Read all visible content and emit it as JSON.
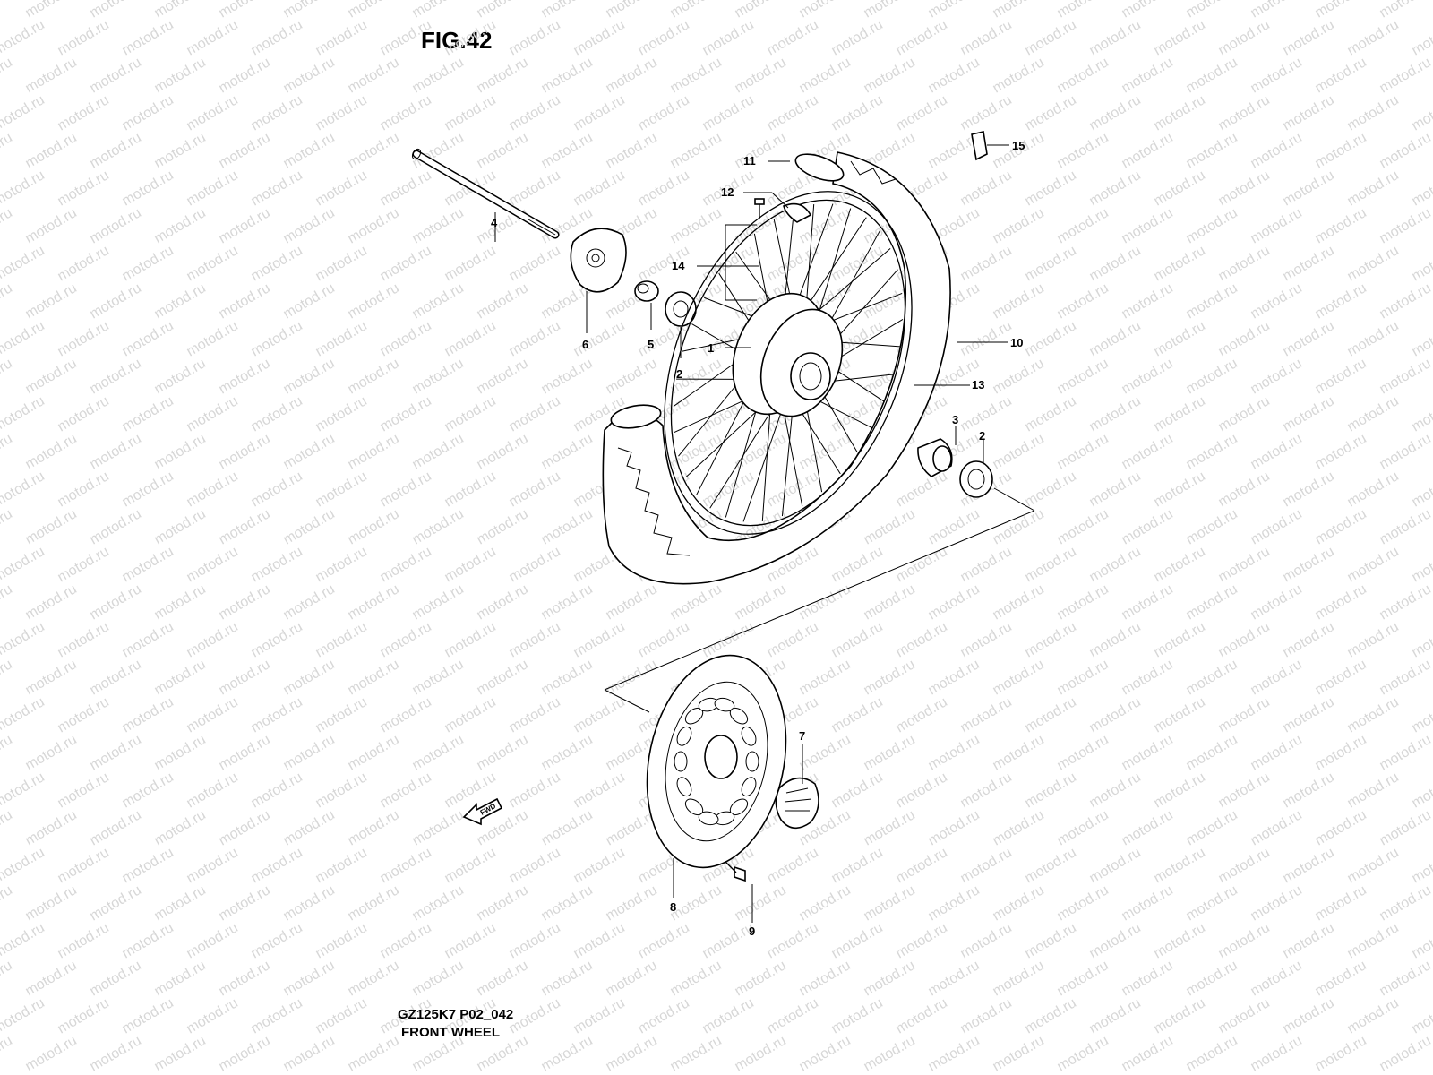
{
  "figure": {
    "title": "FIG.42",
    "code": "GZ125K7 P02_042",
    "name": "FRONT WHEEL"
  },
  "watermark": {
    "text": "motod.ru",
    "color": "#d7d7d7"
  },
  "direction_tag": {
    "text": "FWD",
    "icon": "arrow-left-icon"
  },
  "callouts": [
    "1",
    "2",
    "2",
    "3",
    "4",
    "5",
    "6",
    "7",
    "8",
    "9",
    "10",
    "11",
    "12",
    "13",
    "14",
    "15"
  ]
}
